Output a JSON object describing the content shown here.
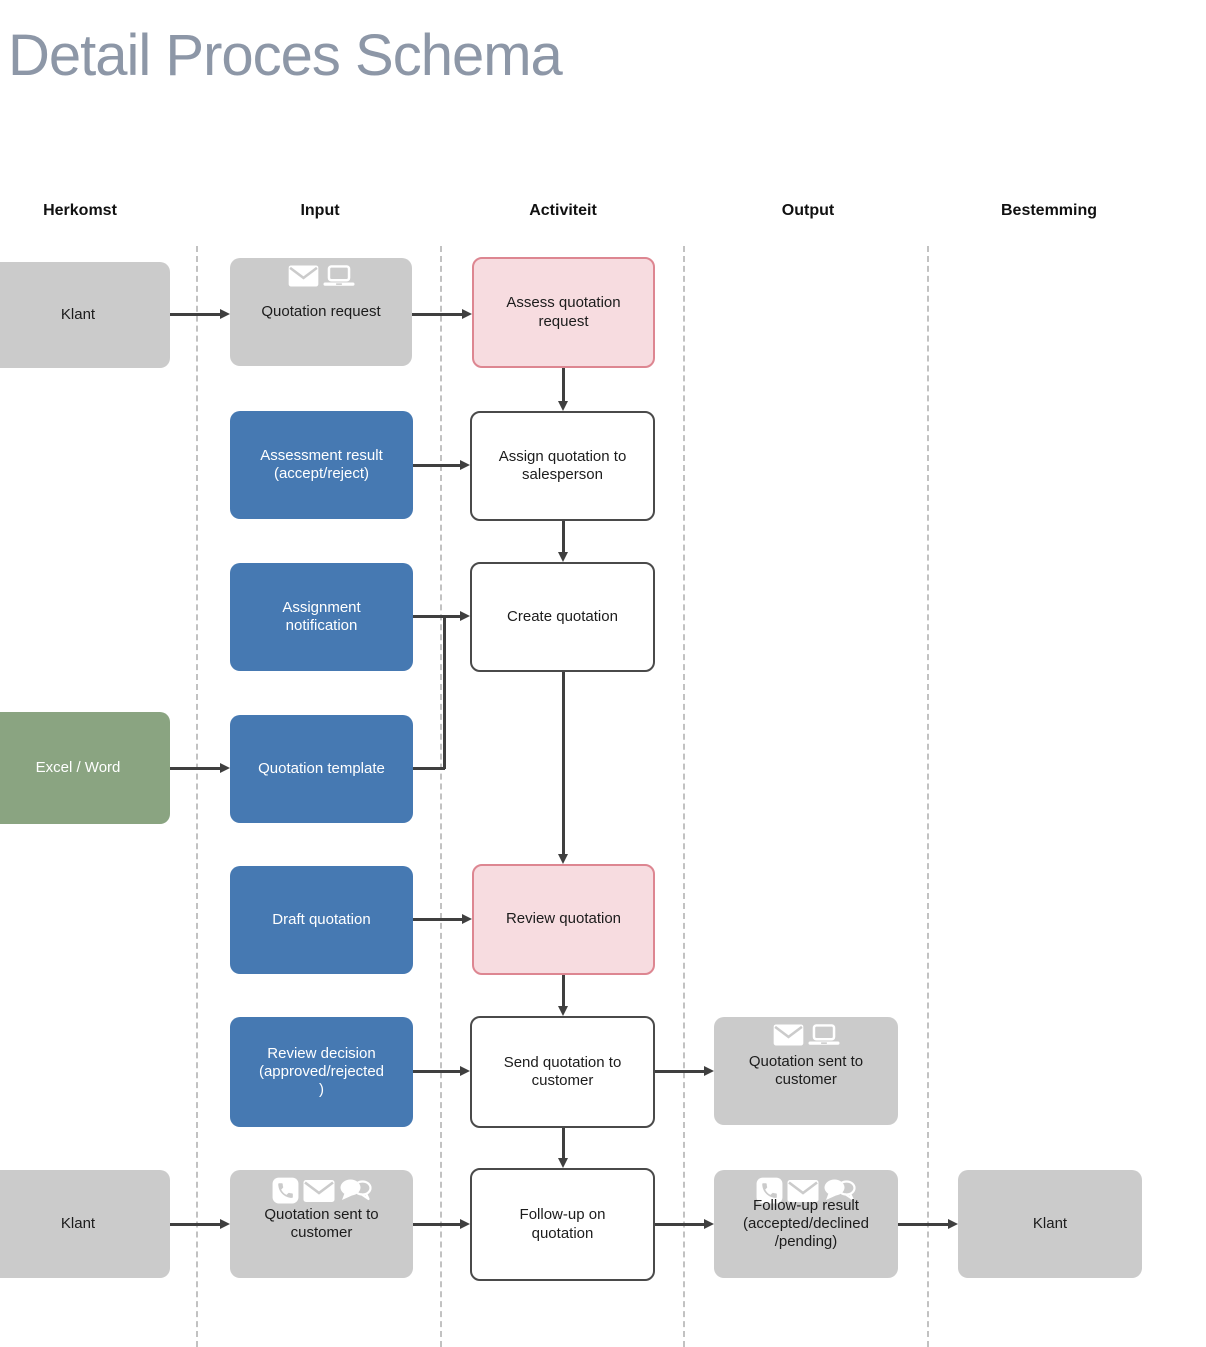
{
  "title": "Detail Proces Schema",
  "columns": [
    {
      "label": "Herkomst"
    },
    {
      "label": "Input"
    },
    {
      "label": "Activiteit"
    },
    {
      "label": "Output"
    },
    {
      "label": "Bestemming"
    }
  ],
  "nodes": {
    "klant1": {
      "lines": [
        "Klant"
      ]
    },
    "quotation_request": {
      "lines": [
        "Quotation request"
      ]
    },
    "assess": {
      "lines": [
        "Assess quotation",
        "request"
      ]
    },
    "assessment_result": {
      "lines": [
        "Assessment result",
        "(accept/reject)"
      ]
    },
    "assign": {
      "lines": [
        "Assign quotation to",
        "salesperson"
      ]
    },
    "assignment_notification": {
      "lines": [
        "Assignment",
        "notification"
      ]
    },
    "create": {
      "lines": [
        "Create quotation"
      ]
    },
    "excel_word": {
      "lines": [
        "Excel / Word"
      ]
    },
    "quotation_template": {
      "lines": [
        "Quotation template"
      ]
    },
    "draft": {
      "lines": [
        "Draft quotation"
      ]
    },
    "review": {
      "lines": [
        "Review quotation"
      ]
    },
    "review_decision": {
      "lines": [
        "Review decision",
        "(approved/rejected",
        ")"
      ]
    },
    "send": {
      "lines": [
        "Send quotation to",
        "customer"
      ]
    },
    "quotation_sent_output": {
      "lines": [
        "Quotation sent to",
        "customer"
      ]
    },
    "klant2": {
      "lines": [
        "Klant"
      ]
    },
    "quotation_sent_input": {
      "lines": [
        "Quotation sent to",
        "customer"
      ]
    },
    "followup": {
      "lines": [
        "Follow-up on",
        "quotation"
      ]
    },
    "followup_result": {
      "lines": [
        "Follow-up result",
        "(accepted/declined",
        "/pending)"
      ]
    },
    "klant3": {
      "lines": [
        "Klant"
      ]
    }
  },
  "icons": {
    "quotation_request": [
      "envelope-icon",
      "laptop-icon"
    ],
    "quotation_sent_output": [
      "envelope-icon",
      "laptop-icon"
    ],
    "quotation_sent_input": [
      "phone-icon",
      "envelope-icon",
      "chat-icon"
    ],
    "followup_result": [
      "phone-icon",
      "envelope-icon",
      "chat-icon"
    ]
  },
  "colors": {
    "title": "#8d97a7",
    "box_gray": "#cbcbcb",
    "box_blue": "#4679b2",
    "box_green": "#8aa481",
    "pink_fill": "#f7dce0",
    "pink_border": "#dd8691",
    "white_box_border": "#4a4a4a",
    "arrow": "#3f3f3f",
    "dashed_line": "#c2c2c2",
    "text_dark": "#1c1c1c",
    "text_light": "#ffffff"
  }
}
